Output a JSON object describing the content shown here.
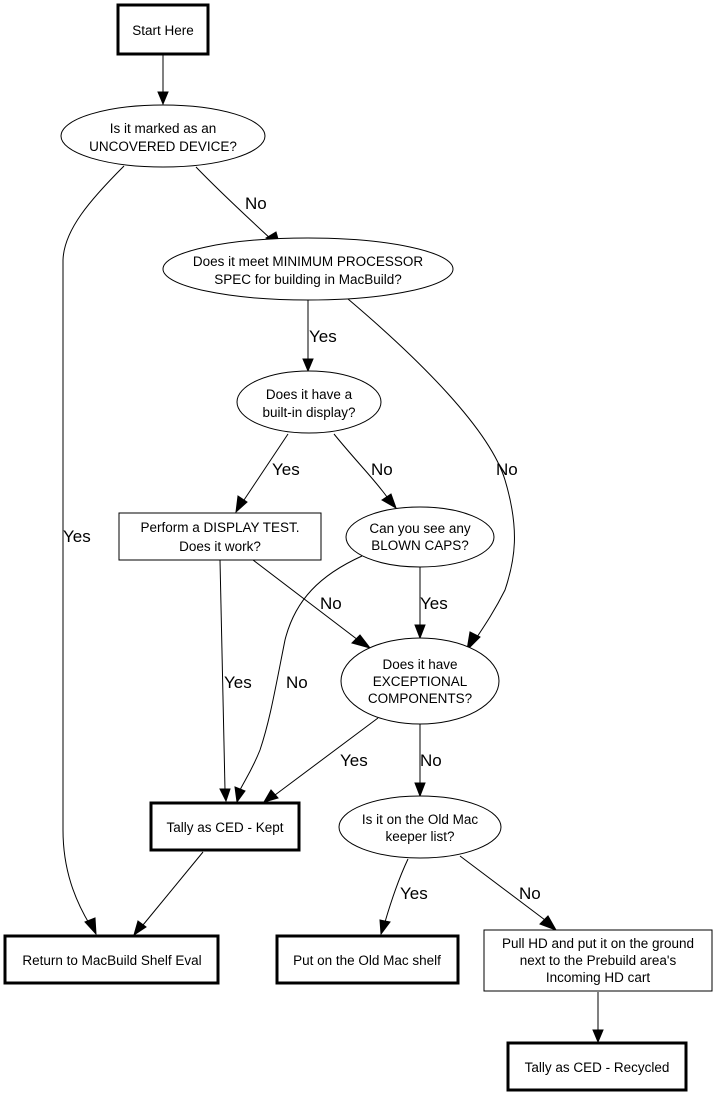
{
  "diagram": {
    "nodes": {
      "start": {
        "lines": [
          "Start Here"
        ]
      },
      "uncovered": {
        "lines": [
          "Is it marked as an",
          "UNCOVERED DEVICE?"
        ]
      },
      "min_spec": {
        "lines": [
          "Does it meet MINIMUM PROCESSOR",
          "SPEC for building in MacBuild?"
        ]
      },
      "builtin_display": {
        "lines": [
          "Does it have a",
          "built-in display?"
        ]
      },
      "display_test": {
        "lines": [
          "Perform a DISPLAY TEST.",
          "Does it work?"
        ]
      },
      "blown_caps": {
        "lines": [
          "Can you see any",
          "BLOWN CAPS?"
        ]
      },
      "exceptional": {
        "lines": [
          "Does it have",
          "EXCEPTIONAL",
          "COMPONENTS?"
        ]
      },
      "tally_kept": {
        "lines": [
          "Tally as CED - Kept"
        ]
      },
      "keeper_list": {
        "lines": [
          "Is it on the Old Mac",
          "keeper list?"
        ]
      },
      "return_shelf": {
        "lines": [
          "Return to MacBuild Shelf Eval"
        ]
      },
      "old_mac_shelf": {
        "lines": [
          "Put on the Old Mac shelf"
        ]
      },
      "pull_hd": {
        "lines": [
          "Pull HD and put it on the ground",
          "next to the Prebuild area's",
          "Incoming HD cart"
        ]
      },
      "tally_recycled": {
        "lines": [
          "Tally as CED - Recycled"
        ]
      }
    },
    "edges": [
      {
        "from": "start",
        "to": "uncovered",
        "label": ""
      },
      {
        "from": "uncovered",
        "to": "min_spec",
        "label": "No"
      },
      {
        "from": "uncovered",
        "to": "return_shelf",
        "label": "Yes"
      },
      {
        "from": "min_spec",
        "to": "builtin_display",
        "label": "Yes"
      },
      {
        "from": "min_spec",
        "to": "exceptional",
        "label": "No"
      },
      {
        "from": "builtin_display",
        "to": "display_test",
        "label": "Yes"
      },
      {
        "from": "builtin_display",
        "to": "blown_caps",
        "label": "No"
      },
      {
        "from": "display_test",
        "to": "exceptional",
        "label": "No"
      },
      {
        "from": "display_test",
        "to": "tally_kept",
        "label": "Yes"
      },
      {
        "from": "blown_caps",
        "to": "tally_kept",
        "label": "No"
      },
      {
        "from": "blown_caps",
        "to": "exceptional",
        "label": "Yes"
      },
      {
        "from": "exceptional",
        "to": "tally_kept",
        "label": "Yes"
      },
      {
        "from": "exceptional",
        "to": "keeper_list",
        "label": "No"
      },
      {
        "from": "tally_kept",
        "to": "return_shelf",
        "label": ""
      },
      {
        "from": "keeper_list",
        "to": "old_mac_shelf",
        "label": "Yes"
      },
      {
        "from": "keeper_list",
        "to": "pull_hd",
        "label": "No"
      },
      {
        "from": "pull_hd",
        "to": "tally_recycled",
        "label": ""
      }
    ]
  }
}
